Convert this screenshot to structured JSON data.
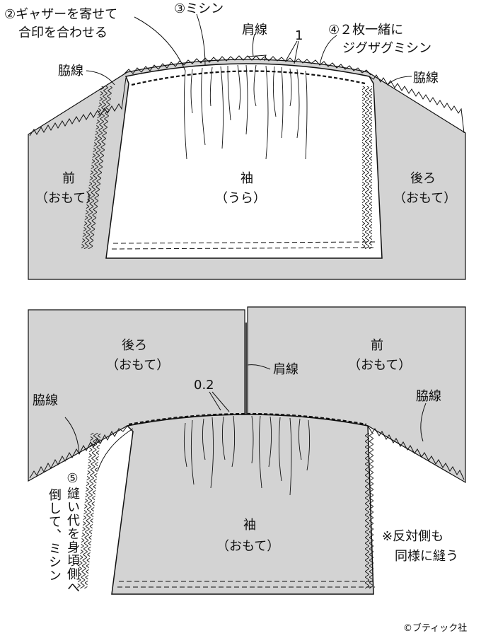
{
  "top": {
    "step2_line1": "②ギャザーを寄せて",
    "step2_line2": "合印を合わせる",
    "step3": "③ミシン",
    "shoulder_line": "肩線",
    "seam_width": "1",
    "step4_line1": "④２枚一緒に",
    "step4_line2": "ジグザグミシン",
    "side_line_left": "脇線",
    "side_line_right": "脇線",
    "front_line1": "前",
    "front_line2": "（おもて）",
    "sleeve_line1": "袖",
    "sleeve_line2": "（うら）",
    "back_line1": "後ろ",
    "back_line2": "（おもて）"
  },
  "bottom": {
    "back_line1": "後ろ",
    "back_line2": "（おもて）",
    "front_line1": "前",
    "front_line2": "（おもて）",
    "shoulder_line": "肩線",
    "seam_width": "0.2",
    "side_line_left": "脇線",
    "side_line_right": "脇線",
    "sleeve_line1": "袖",
    "sleeve_line2": "（おもて）",
    "step5_col1": "⑤縫い代を身頃側へ",
    "step5_col2": "倒して、ミシン",
    "note_line1": "※反対側も",
    "note_line2": "同様に縫う"
  },
  "credit": "©ブティック社"
}
